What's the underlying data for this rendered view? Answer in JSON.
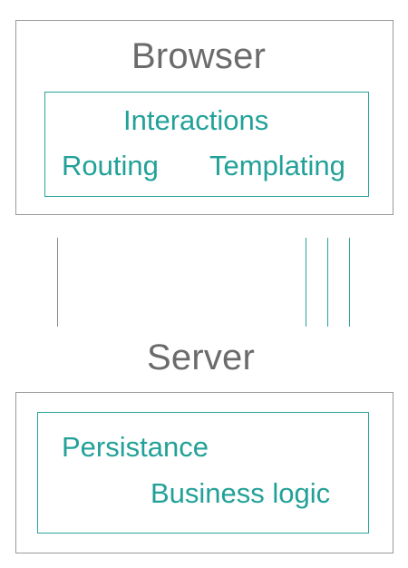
{
  "colors": {
    "outer_border": "#9a9a9a",
    "inner_border": "#2aa39a",
    "title_text": "#6b6b6b",
    "label_text": "#22a198",
    "connector_gray": "#8a8a8a",
    "connector_teal": "#2aa39a"
  },
  "browser": {
    "title": "Browser",
    "labels": {
      "interactions": "Interactions",
      "routing": "Routing",
      "templating": "Templating"
    }
  },
  "server": {
    "title": "Server",
    "labels": {
      "persistance": "Persistance",
      "business_logic": "Business logic"
    }
  }
}
